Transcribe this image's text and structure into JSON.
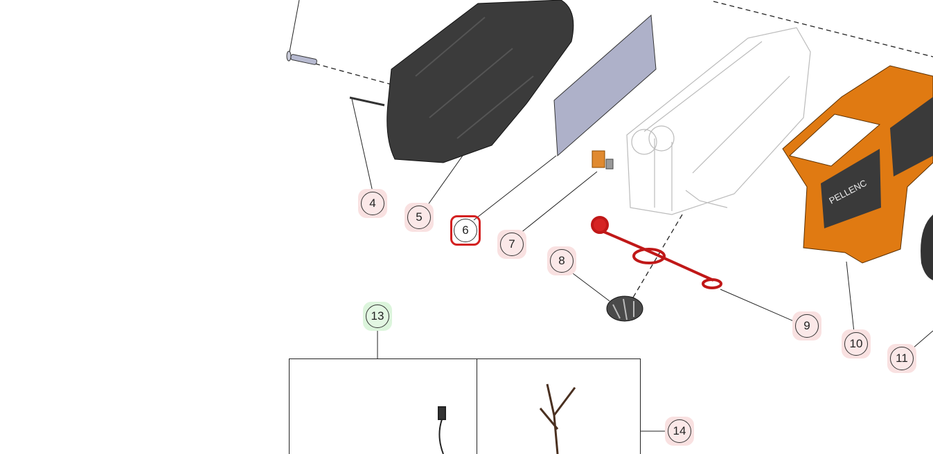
{
  "diagram": {
    "brand_logo_text": "PELLENC",
    "colors": {
      "housing": "#e07a12",
      "dark_part": "#3a3a3a",
      "gasket": "#d62424",
      "panel": "#aeb1c9",
      "callout_fill": "#fbe8e8",
      "callout_green": "#e3f7e3",
      "selected": "#d32020"
    },
    "callouts": [
      {
        "id": "4",
        "label": "4"
      },
      {
        "id": "5",
        "label": "5"
      },
      {
        "id": "6",
        "label": "6",
        "selected": true
      },
      {
        "id": "7",
        "label": "7"
      },
      {
        "id": "8",
        "label": "8"
      },
      {
        "id": "9",
        "label": "9"
      },
      {
        "id": "10",
        "label": "10"
      },
      {
        "id": "11",
        "label": "11"
      },
      {
        "id": "13",
        "label": "13",
        "group": true
      },
      {
        "id": "14",
        "label": "14"
      }
    ]
  }
}
